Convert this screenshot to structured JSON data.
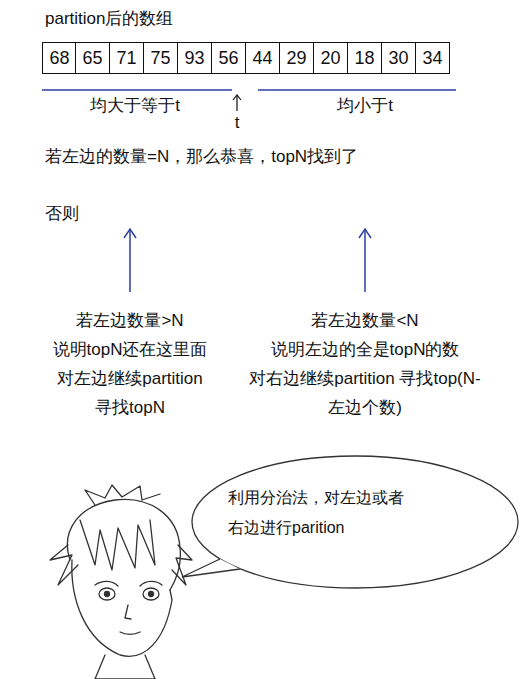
{
  "diagram": {
    "nodes": [
      {
        "text": [
          "68"
        ]
      },
      {
        "text": [
          "65"
        ]
      },
      {
        "text": [
          "71"
        ]
      },
      {
        "text": [
          "75"
        ]
      },
      {
        "text": [
          "93"
        ]
      },
      {
        "text": [
          "56"
        ]
      },
      {
        "text": [
          "44"
        ]
      },
      {
        "text": [
          "29"
        ]
      },
      {
        "text": [
          "20"
        ]
      },
      {
        "text": [
          "18"
        ]
      },
      {
        "text": [
          "30"
        ]
      },
      {
        "text": [
          "34"
        ]
      },
      {
        "text": [
          "利用分治法，对左边或者 右边进行parition"
        ]
      }
    ],
    "labels": [
      "partition后的数组",
      "均大于等于t",
      "t",
      "均小于t",
      "若左边的数量=N，那么恭喜，topN找到了",
      "否则",
      "若左边数量>N 说明topN还在这里面 对左边继续partition 寻找topN",
      "若左边数量<N 说明左边的全是topN的数 对右边继续partition 寻找top(N-左边个数)"
    ]
  }
}
